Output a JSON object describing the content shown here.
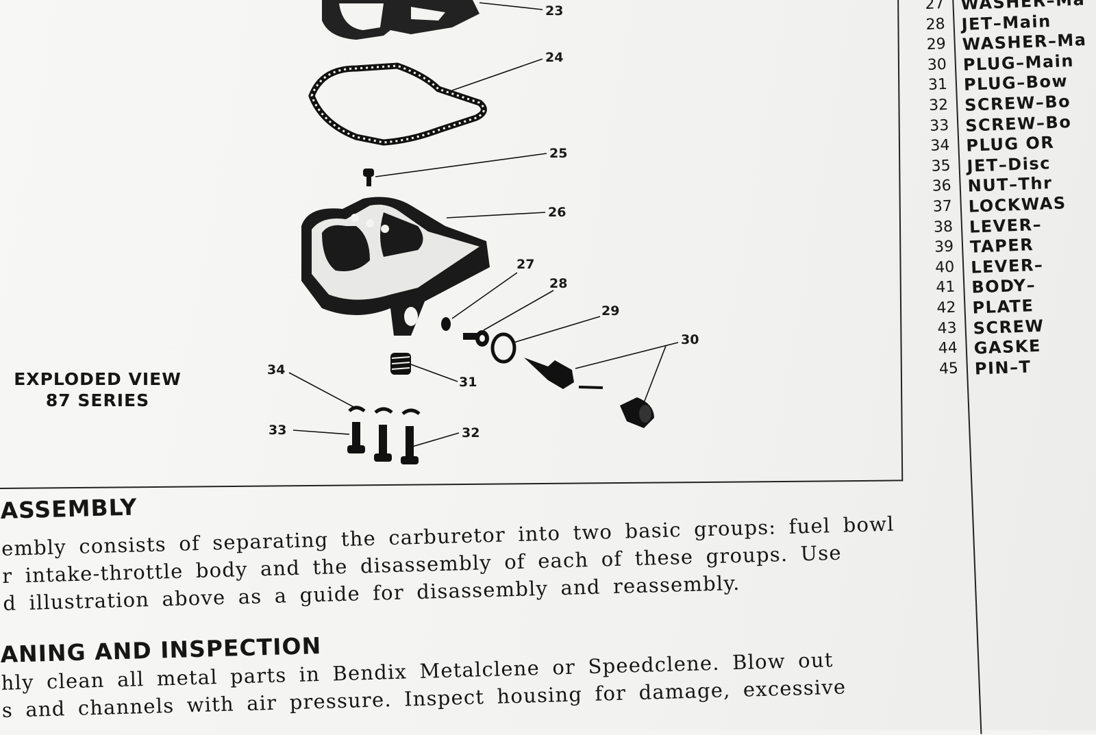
{
  "figure": {
    "caption_line1": "EXPLODED VIEW",
    "caption_line2": "87 SERIES",
    "callouts": [
      "23",
      "24",
      "25",
      "26",
      "27",
      "28",
      "29",
      "30",
      "31",
      "32",
      "33",
      "34"
    ]
  },
  "parts_list": [
    {
      "num": "27",
      "name": "WASHER–Ma"
    },
    {
      "num": "28",
      "name": "JET–Main"
    },
    {
      "num": "29",
      "name": "WASHER–Ma"
    },
    {
      "num": "30",
      "name": "PLUG–Main"
    },
    {
      "num": "31",
      "name": "PLUG–Bow"
    },
    {
      "num": "32",
      "name": "SCREW–Bo"
    },
    {
      "num": "33",
      "name": "SCREW–Bo"
    },
    {
      "num": "34",
      "name": "PLUG OR"
    },
    {
      "num": "35",
      "name": "JET–Disc"
    },
    {
      "num": "36",
      "name": "NUT–Thr"
    },
    {
      "num": "37",
      "name": "LOCKWAS"
    },
    {
      "num": "38",
      "name": "LEVER–"
    },
    {
      "num": "39",
      "name": "TAPER"
    },
    {
      "num": "40",
      "name": "LEVER–"
    },
    {
      "num": "41",
      "name": "BODY–"
    },
    {
      "num": "42",
      "name": "PLATE"
    },
    {
      "num": "43",
      "name": "SCREW"
    },
    {
      "num": "44",
      "name": "GASKE"
    },
    {
      "num": "45",
      "name": "PIN–T"
    }
  ],
  "disassembly": {
    "heading": "ASSEMBLY",
    "lines": [
      "embly consists of separating the carburetor into two basic groups: fuel bowl",
      "r intake-throttle body and the disassembly of each of these groups. Use",
      "d illustration above as a guide for disassembly and reassembly."
    ]
  },
  "cleaning": {
    "heading": "ANING AND INSPECTION",
    "lines": [
      "hly clean all metal parts in Bendix Metalclene or Speedclene. Blow out",
      "s and channels with air pressure. Inspect housing for damage, excessive"
    ]
  }
}
